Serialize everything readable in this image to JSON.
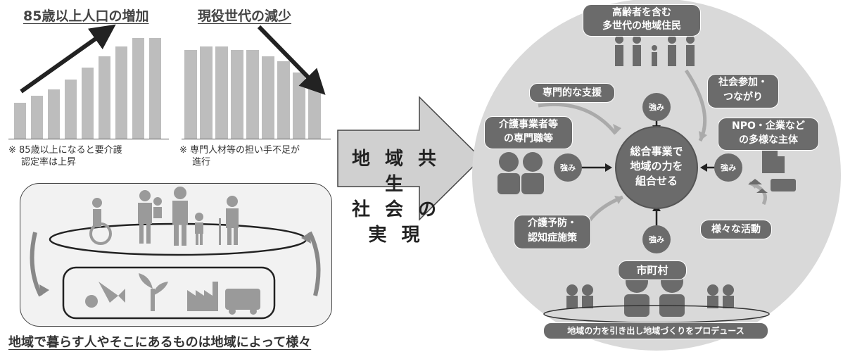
{
  "left": {
    "chart1": {
      "title": "85歳以上人口の増加",
      "note": [
        "※ 85歳以上になると要介護",
        "認定率は上昇"
      ]
    },
    "chart2": {
      "title": "現役世代の減少",
      "note": [
        "※ 専門人材等の担い手不足が",
        "進行"
      ]
    },
    "bottom_caption": "地域で暮らす人やそこにあるものは地域によって様々"
  },
  "arrow_text": [
    "地 域 共 生",
    "社 会 の 実 現"
  ],
  "right": {
    "top_label": [
      "高齢者を含む",
      "多世代の地域住民"
    ],
    "center": [
      "総合事業で",
      "地域の力を",
      "組合せる"
    ],
    "left_label": [
      "介護事業者等",
      "の専門職等"
    ],
    "right_label": [
      "NPO・企業など",
      "の多様な主体"
    ],
    "bottom_label": "市町村",
    "senmon": "専門的な支援",
    "shakai": [
      "社会参加・",
      "つながり"
    ],
    "kaigo": [
      "介護予防・",
      "認知症施策"
    ],
    "samazama": "様々な活動",
    "strength": "強み",
    "produce": "地域の力を引き出し地域づくりをプロデュース"
  },
  "chart_data": [
    {
      "type": "bar",
      "values": [
        2.2,
        2.6,
        3.0,
        3.6,
        4.3,
        5.0,
        5.6,
        6.1,
        6.1
      ]
    },
    {
      "type": "bar",
      "values": [
        5.4,
        5.6,
        5.6,
        5.4,
        5.4,
        5.0,
        4.7,
        4.0,
        3.3
      ]
    }
  ],
  "colors": {
    "bars": "#bdbdbd",
    "dark": "#6b6b6b",
    "circle": "#d6d6d6",
    "arrow": "#d0d0d0"
  }
}
